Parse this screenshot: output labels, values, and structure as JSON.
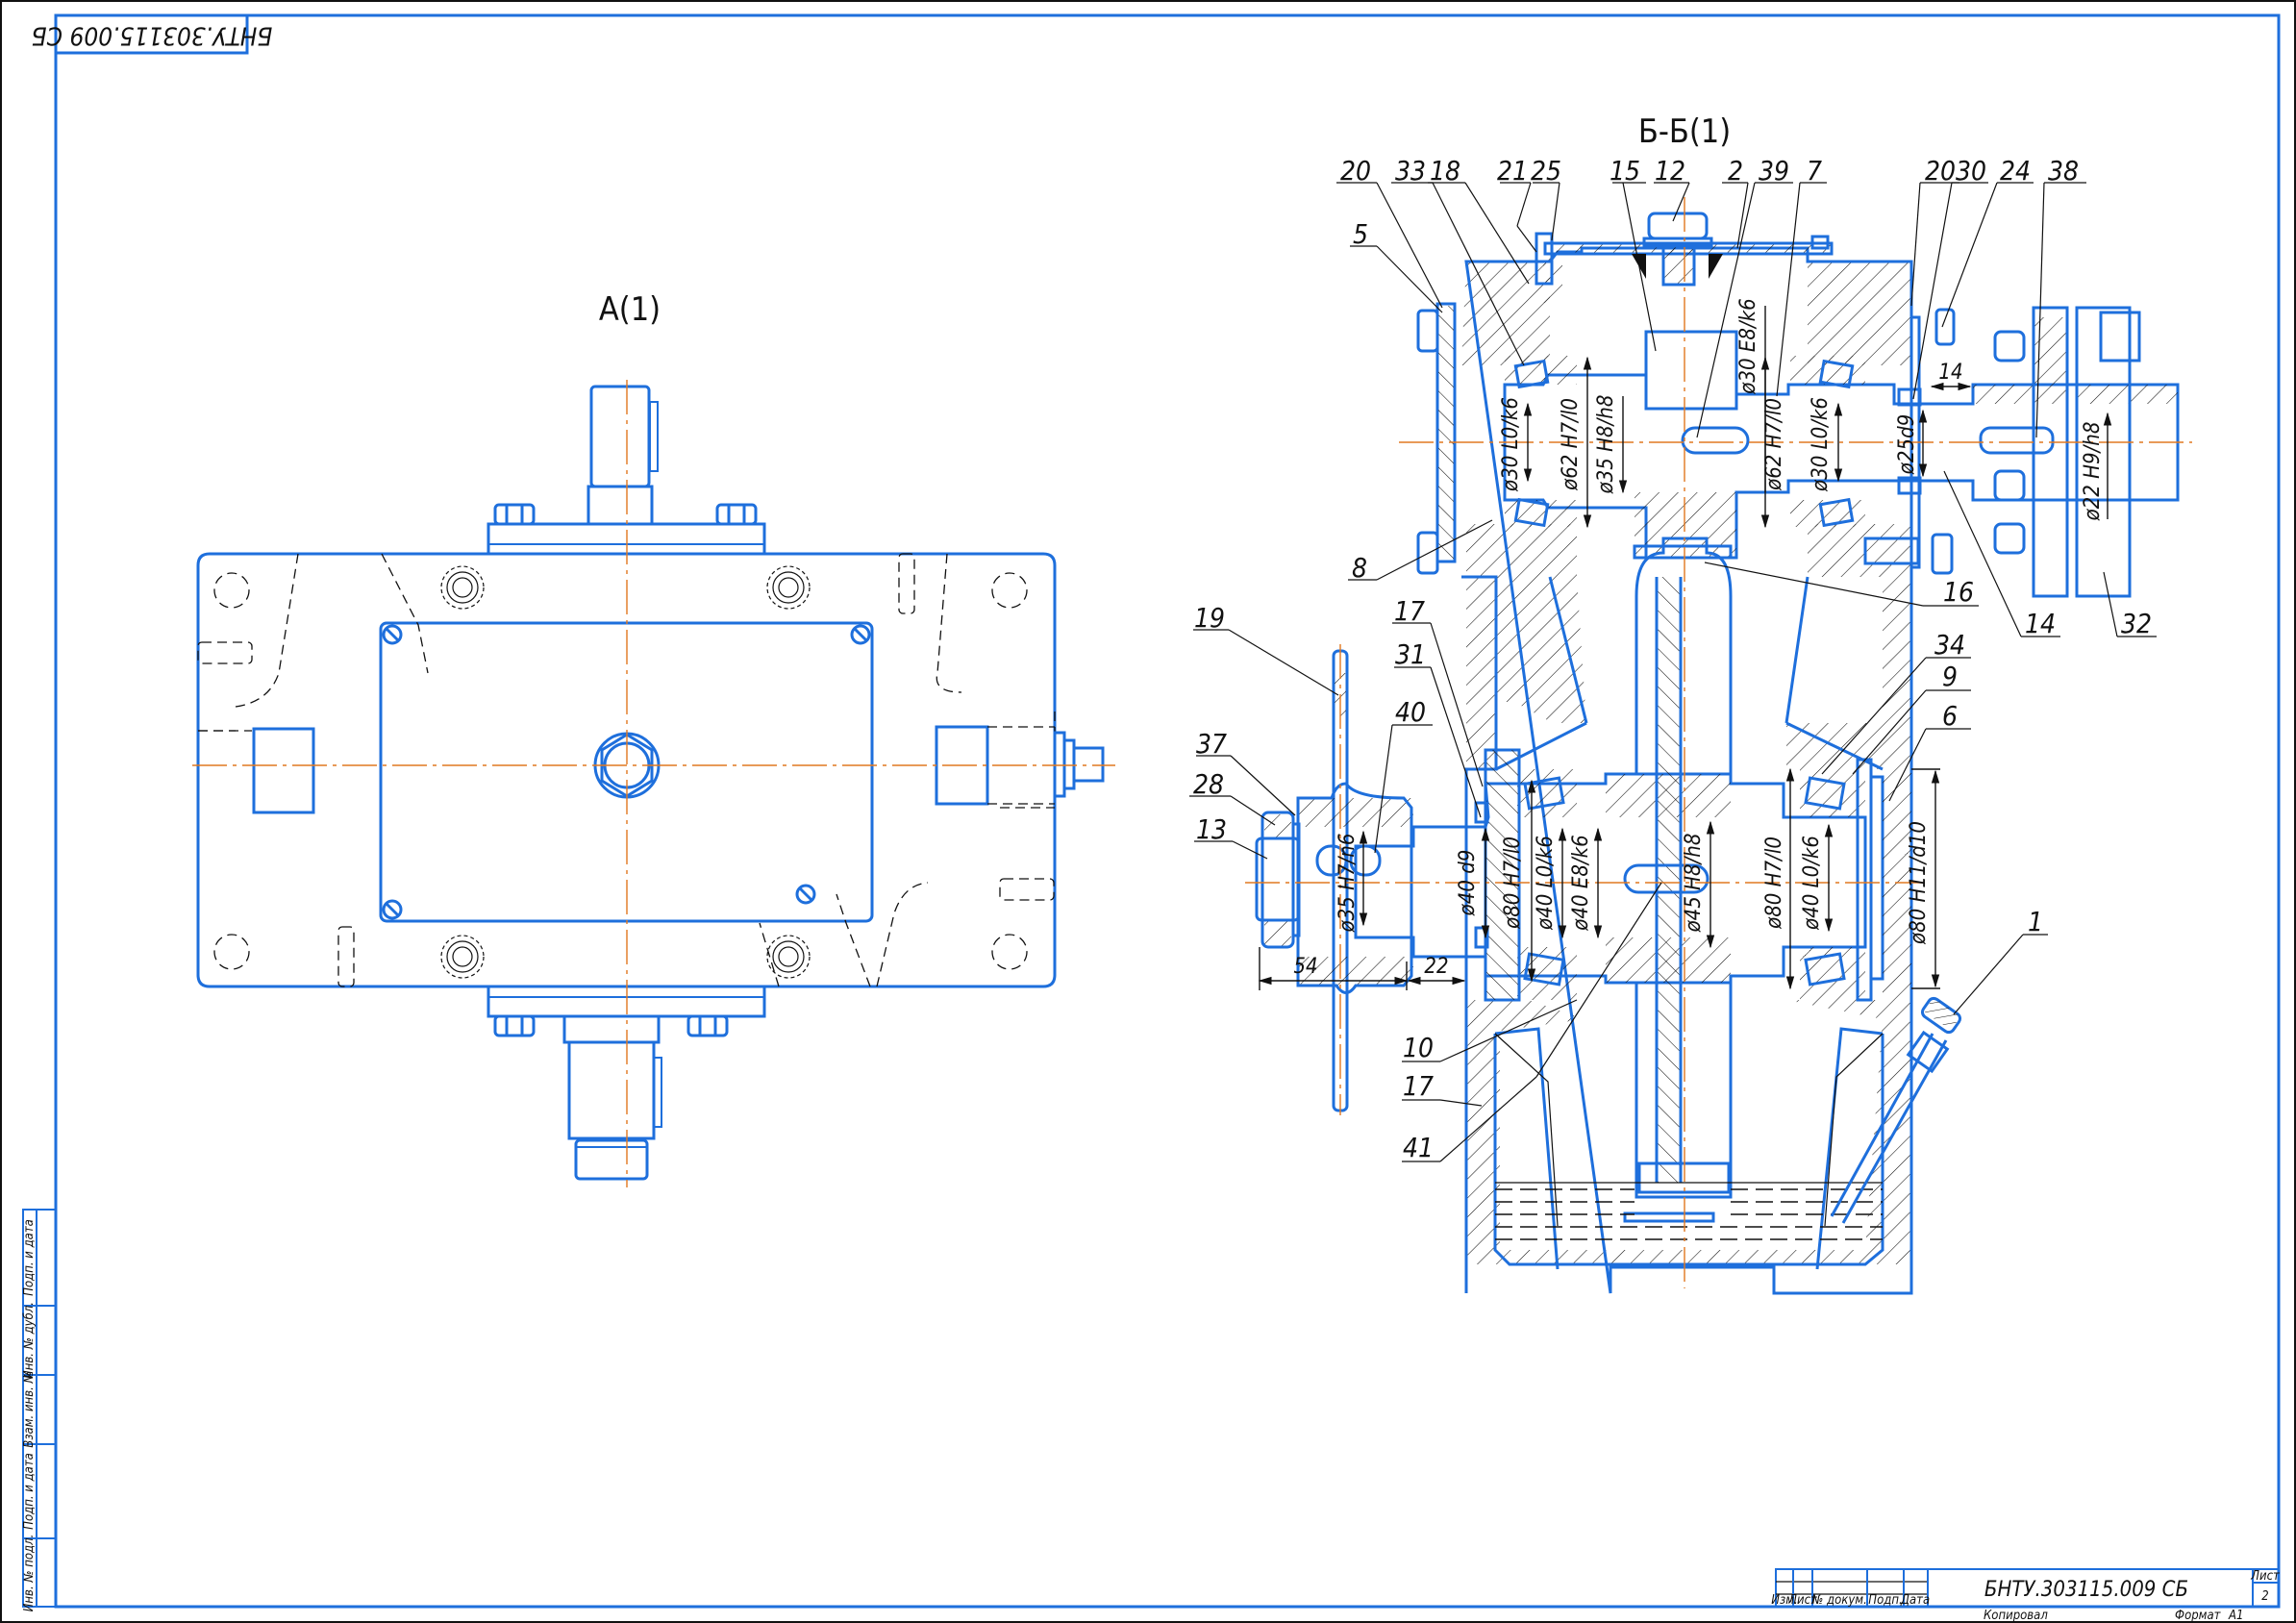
{
  "drawing": {
    "doc_code": "БНТУ.303115.009 СБ",
    "doc_code_top_rotated": "БНТУ.303115.009 СБ",
    "views": {
      "view_a": {
        "title": "А(1)"
      },
      "section_bb": {
        "title": "Б-Б(1)"
      }
    },
    "callouts": {
      "top": [
        "20",
        "33",
        "18",
        "21",
        "25",
        "15",
        "12",
        "2",
        "39",
        "7",
        "20",
        "30",
        "24",
        "38"
      ],
      "left": [
        "5",
        "8",
        "19",
        "17",
        "31",
        "40",
        "37",
        "28",
        "13",
        "10",
        "17",
        "41"
      ],
      "right": [
        "16",
        "14",
        "32",
        "34",
        "9",
        "6",
        "1"
      ]
    },
    "dimensions": {
      "upper_shaft": [
        "ø30 L0/k6",
        "ø62 H7/l0",
        "ø35 H8/h8",
        "ø30 E8/k6",
        "ø62 H7/l0",
        "ø30 L0/k6",
        "ø25d9",
        "ø22 H9/h8"
      ],
      "lower_shaft": [
        "ø35 H7/n6",
        "ø40 d9",
        "ø80 H7/l0",
        "ø40 L0/k6",
        "ø40 E8/k6",
        "ø45 H8/h8",
        "ø80 H7/l0",
        "ø40 L0/k6",
        "ø80 H11/d10"
      ],
      "linear": {
        "upper_gap": "14",
        "hub_length": "54",
        "hub_gap": "22"
      }
    },
    "title_block": {
      "columns": [
        "Изм.",
        "Лист",
        "№ докум.",
        "Подп.",
        "Дата"
      ],
      "sheet_label": "Лист",
      "sheet_number": "2",
      "copied_label": "Копировал",
      "format_label": "Формат",
      "format_value": "А1"
    },
    "side_stamp": [
      "Инв. № подл.",
      "Подп. и дата",
      "Взам. инв. №",
      "Инв. № дубл.",
      "Подп. и дата"
    ]
  }
}
